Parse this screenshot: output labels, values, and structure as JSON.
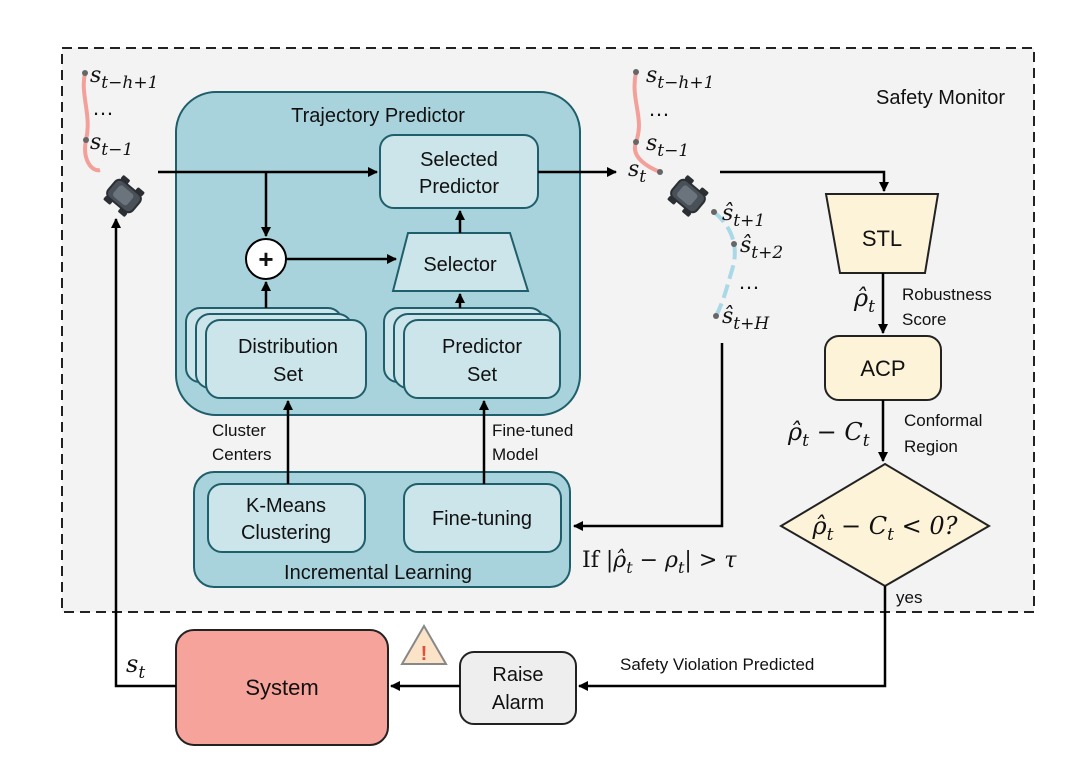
{
  "monitor": {
    "title": "Safety Monitor"
  },
  "predictor": {
    "title": "Trajectory Predictor",
    "selected_predictor": [
      "Selected",
      "Predictor"
    ],
    "selector": "Selector",
    "plus": "+",
    "distribution_set": [
      "Distribution",
      "Set"
    ],
    "predictor_set": [
      "Predictor",
      "Set"
    ]
  },
  "learning": {
    "title": "Incremental Learning",
    "kmeans": [
      "K-Means",
      "Clustering"
    ],
    "finetuning": "Fine-tuning",
    "cluster_centers": [
      "Cluster",
      "Centers"
    ],
    "finetuned_model": [
      "Fine-tuned",
      "Model"
    ]
  },
  "past_traj": {
    "s_t_h1": "s",
    "s_t_h1_sub": "t−h+1",
    "dots": "…",
    "s_t_1": "s",
    "s_t_1_sub": "t−1"
  },
  "pred_traj": {
    "s_t_h1": "s",
    "s_t_h1_sub": "t−h+1",
    "dots": "…",
    "s_t_1": "s",
    "s_t_1_sub": "t−1",
    "s_t": "s",
    "s_t_sub": "t",
    "hat1": "ŝ",
    "hat1_sub": "t+1",
    "hat2": "ŝ",
    "hat2_sub": "t+2",
    "hat_dots": "…",
    "hatH": "ŝ",
    "hatH_sub": "t+H"
  },
  "stl": {
    "label": "STL",
    "rho": "ρ̂",
    "rho_sub": "t",
    "robustness": [
      "Robustness",
      "Score"
    ]
  },
  "acp": {
    "label": "ACP",
    "expr": "ρ̂",
    "expr_sub": "t",
    "expr_rest": " − C",
    "expr_rest_sub": "t",
    "conformal": [
      "Conformal",
      "Region"
    ]
  },
  "decision": {
    "expr": "ρ̂",
    "expr_sub": "t",
    "expr_mid": " − C",
    "expr_mid_sub": "t",
    "expr_end": " < 0?",
    "yes": "yes"
  },
  "condition": {
    "prefix": "If |",
    "rho_hat": "ρ̂",
    "rho_hat_sub": "t",
    "mid": " − ρ",
    "mid_sub": "t",
    "suffix": "| > τ"
  },
  "system": {
    "label": "System",
    "state": "s",
    "state_sub": "t"
  },
  "alarm": {
    "label": [
      "Raise",
      "Alarm"
    ],
    "violation": "Safety Violation Predicted",
    "warning": "!"
  },
  "colors": {
    "teal_fill": "#a9d3dc",
    "teal_inner": "#cce5ea",
    "teal_stroke": "#1f5f6b",
    "yellow": "#fdf3d9",
    "system": "#f5a39b",
    "alarm_box": "#eeeeee",
    "pink": "#f4a09a",
    "lightblue": "#a9d8e6"
  }
}
